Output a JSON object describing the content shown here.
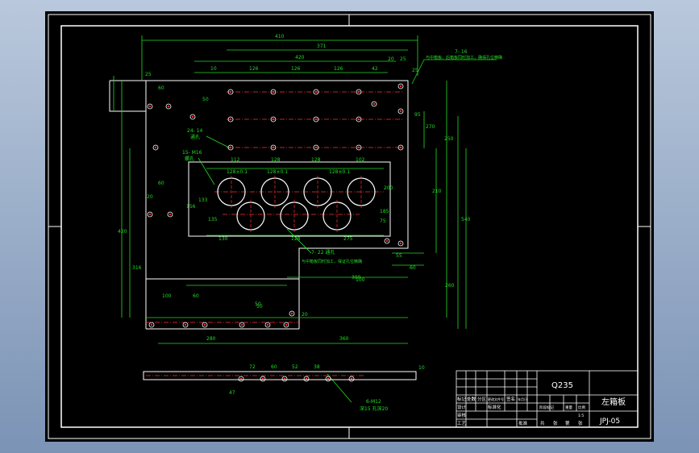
{
  "drawing": {
    "colors": {
      "background": "#000000",
      "frame": "#ffffff",
      "dimension": "#22dd22",
      "center_line": "#ff3030",
      "note_text": "#22dd22",
      "hole": "#ffffff"
    },
    "top_dimensions": [
      "410",
      "371",
      "420",
      "10",
      "126",
      "126",
      "126",
      "42",
      "20",
      "25",
      "25"
    ],
    "left_dimensions": [
      "25",
      "60",
      "50",
      "20",
      "60",
      "420",
      "316",
      "50"
    ],
    "right_dimensions": [
      "95",
      "270",
      "250",
      "210",
      "55",
      "60",
      "540",
      "260"
    ],
    "middle_dimensions": [
      "112",
      "128",
      "128",
      "102",
      "128±0.1",
      "128±0.1",
      "128±0.1",
      "200",
      "133",
      "156",
      "130",
      "128",
      "275",
      "135",
      "100",
      "185",
      "75"
    ],
    "bottom_dimensions": [
      "280",
      "360",
      "60",
      "100",
      "300",
      "50",
      "20"
    ],
    "side_view_dimensions": [
      "72",
      "60",
      "52",
      "38",
      "47",
      "10"
    ],
    "notes": {
      "top_right": "7- 16",
      "top_right_sub": "与中箱板、后箱板同时加工，确保孔位精确",
      "left_1": "24- 14",
      "left_1_sub": "通孔",
      "left_2": "15- M16",
      "left_2_sub": "螺孔",
      "middle": "7- 22 通孔",
      "middle_sub": "与中箱板同时加工，保证孔位精确",
      "side": "6-M12",
      "side_sub": "深15 孔深20"
    }
  },
  "title_block": {
    "material": "Q235",
    "part_name": "左箱板",
    "drawing_no": "JPJ-05",
    "scale": "1:5",
    "header_cells": [
      "标记",
      "处数",
      "分区",
      "更改文件号",
      "签名",
      "年月日"
    ],
    "row_labels": [
      "设计",
      "审核",
      "工艺"
    ],
    "designer_cell": "标准化",
    "approve_label": "批准",
    "stage_labels": [
      "阶段标记",
      "重量",
      "比例"
    ],
    "sheet_labels": [
      "共",
      "张",
      "第",
      "张"
    ]
  }
}
